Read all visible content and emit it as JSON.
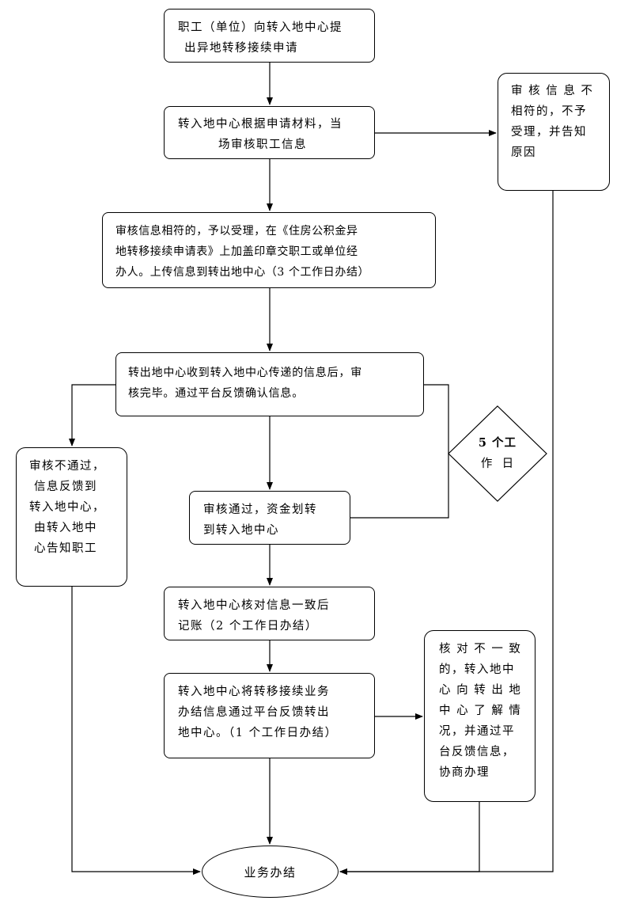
{
  "nodes": {
    "n1": {
      "lines": [
        "职工（单位）向转入地中心提",
        "出异地转移接续申请"
      ]
    },
    "n2": {
      "lines": [
        "转入地中心根据申请材料，当",
        "场审核职工信息"
      ]
    },
    "reject": {
      "lines": [
        "审 核 信 息 不",
        "相符的，不予",
        "受理，并告知",
        "原因"
      ]
    },
    "n3": {
      "lines": [
        "审核信息相符的，予以受理，在《住房公积金异",
        "地转移接续申请表》上加盖印章交职工或单位经",
        "办人。上传信息到转出地中心（3 个工作日办结）"
      ]
    },
    "n4": {
      "lines": [
        "转出地中心收到转入地中心传递的信息后，审",
        "核完毕。通过平台反馈确认信息。"
      ]
    },
    "fail": {
      "lines": [
        "审核不通过，",
        "信息反馈到",
        "转入地中心，",
        "由转入地中",
        "心告知职工"
      ]
    },
    "days": {
      "lines": [
        "5 个工",
        "作  日"
      ]
    },
    "n5": {
      "lines": [
        "审核通过，资金划转",
        "到转入地中心"
      ]
    },
    "n6": {
      "lines": [
        "转入地中心核对信息一致后",
        "记账（2 个工作日办结）"
      ]
    },
    "n7": {
      "lines": [
        "转入地中心将转移接续业务",
        "办结信息通过平台反馈转出",
        "地中心。（1 个工作日办结）"
      ]
    },
    "mismatch": {
      "lines": [
        "核 对 不 一 致",
        "的，转入地中",
        "心 向 转 出 地",
        "中 心 了 解 情",
        "况，并通过平",
        "台反馈信息，",
        "协商办理"
      ]
    },
    "end": {
      "label": "业务办结"
    }
  }
}
